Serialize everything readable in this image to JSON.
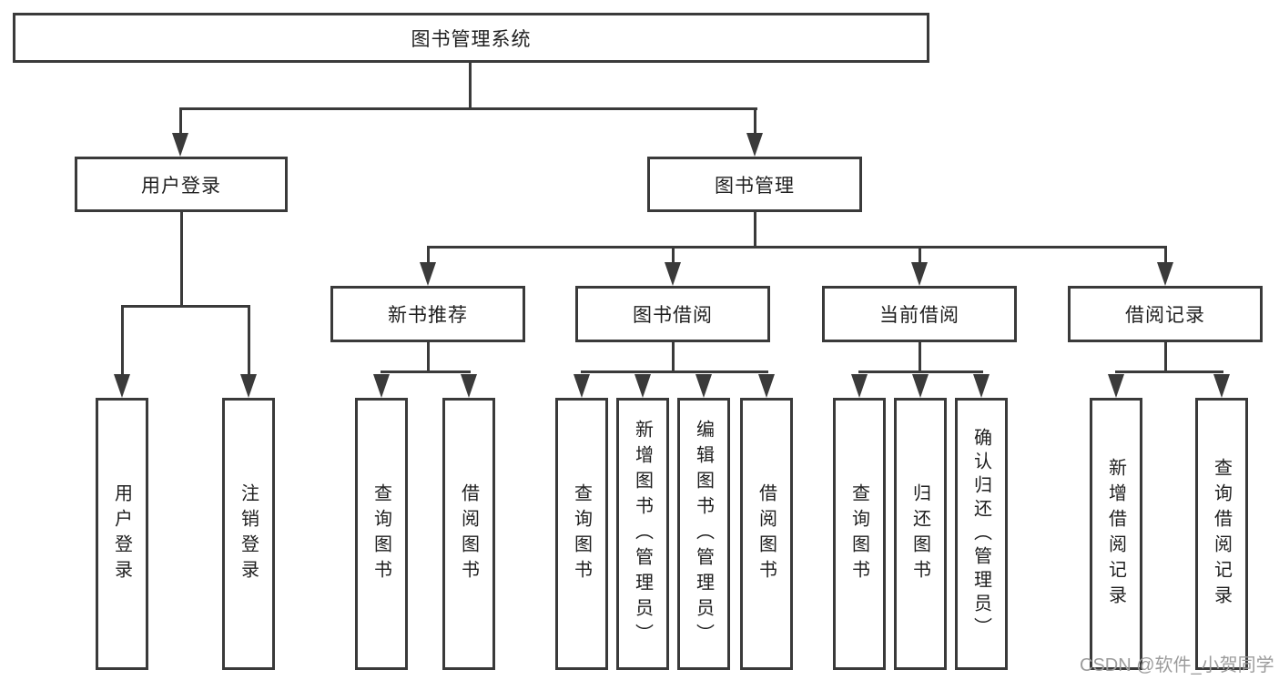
{
  "diagram": {
    "root": "图书管理系统",
    "level2": [
      "用户登录",
      "图书管理"
    ],
    "level3": [
      "新书推荐",
      "图书借阅",
      "当前借阅",
      "借阅记录"
    ],
    "leaves": {
      "user_login": [
        "用户登录",
        "注销登录"
      ],
      "new_book": [
        "查询图书",
        "借阅图书"
      ],
      "book_borrow": [
        "查询图书",
        "新增图书（管理员）",
        "编辑图书（管理员）",
        "借阅图书"
      ],
      "current_borrow": [
        "查询图书",
        "归还图书",
        "确认归还（管理员）"
      ],
      "borrow_record": [
        "新增借阅记录",
        "查询借阅记录"
      ]
    }
  },
  "watermark": {
    "text": "CSDN @软件_小贺同学"
  },
  "colors": {
    "line": "#3a3a3a",
    "text": "#1f1f1f",
    "watermark": "#9c9c9c",
    "background": "#ffffff"
  }
}
